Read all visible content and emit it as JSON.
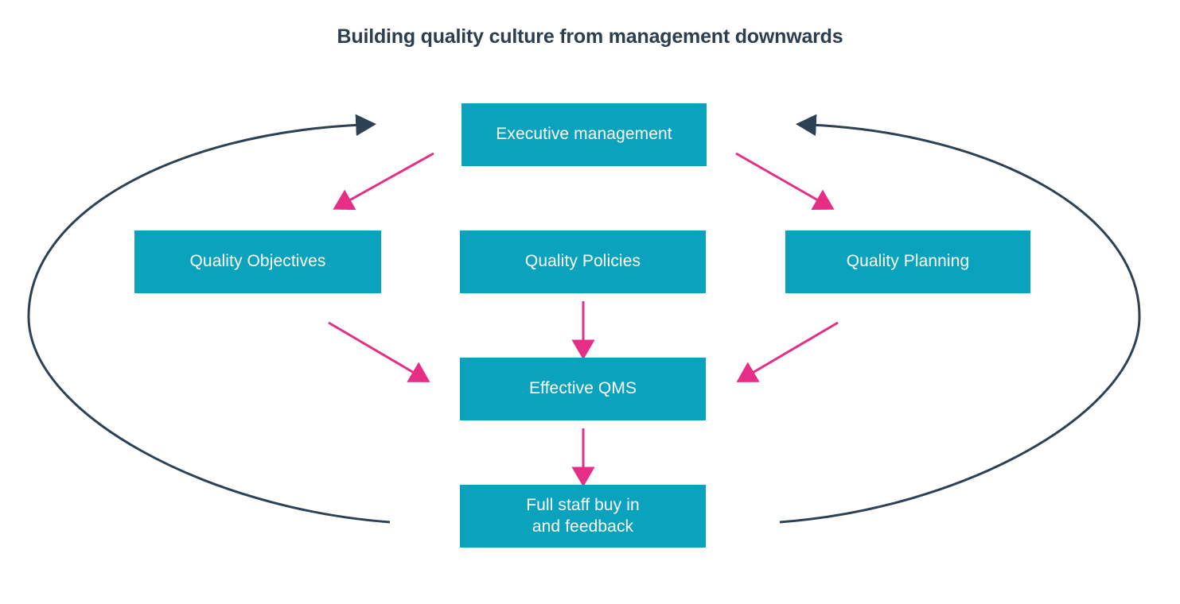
{
  "diagram": {
    "title": "Building quality culture from management downwards",
    "type": "flow-cycle-diagram",
    "colors": {
      "node_fill": "#0ba2bd",
      "node_text": "#ffffff",
      "title_text": "#2d3e50",
      "downward_arrow": "#e62e86",
      "feedback_loop": "#2c4254",
      "background": "#ffffff"
    },
    "nodes": [
      {
        "id": "executive-management",
        "label": "Executive management"
      },
      {
        "id": "quality-objectives",
        "label": "Quality Objectives"
      },
      {
        "id": "quality-policies",
        "label": "Quality Policies"
      },
      {
        "id": "quality-planning",
        "label": "Quality Planning"
      },
      {
        "id": "effective-qms",
        "label": "Effective QMS"
      },
      {
        "id": "full-staff-buy-in",
        "label": "Full staff buy in\nand feedback"
      }
    ],
    "connections": [
      {
        "id": "exec-to-objectives",
        "from": "Executive management",
        "to": "Quality Objectives",
        "style": "pink-arrow"
      },
      {
        "id": "exec-to-planning",
        "from": "Executive management",
        "to": "Quality Planning",
        "style": "pink-arrow"
      },
      {
        "id": "objectives-to-qms",
        "from": "Quality Objectives",
        "to": "Effective QMS",
        "style": "pink-arrow"
      },
      {
        "id": "policies-to-qms",
        "from": "Quality Policies",
        "to": "Effective QMS",
        "style": "pink-arrow"
      },
      {
        "id": "planning-to-qms",
        "from": "Quality Planning",
        "to": "Effective QMS",
        "style": "pink-arrow"
      },
      {
        "id": "qms-to-staff",
        "from": "Effective QMS",
        "to": "Full staff buy in and feedback",
        "style": "pink-arrow"
      },
      {
        "id": "feedback-loop-left",
        "from": "Full staff buy in and feedback",
        "to": "Executive management",
        "style": "navy-loop"
      },
      {
        "id": "feedback-loop-right",
        "from": "Full staff buy in and feedback",
        "to": "Executive management",
        "style": "navy-loop"
      }
    ]
  }
}
